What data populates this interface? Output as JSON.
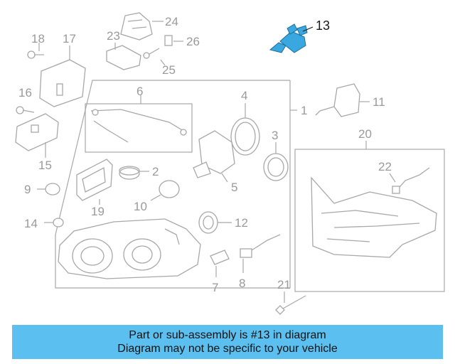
{
  "diagram": {
    "callouts": {
      "c1": "1",
      "c2": "2",
      "c3": "3",
      "c4": "4",
      "c5": "5",
      "c6": "6",
      "c7": "7",
      "c8": "8",
      "c9": "9",
      "c10": "10",
      "c11": "11",
      "c12": "12",
      "c13": "13",
      "c14": "14",
      "c15": "15",
      "c16": "16",
      "c17": "17",
      "c18": "18",
      "c19": "19",
      "c20": "20",
      "c21": "21",
      "c22": "22",
      "c23": "23",
      "c24": "24",
      "c25": "25",
      "c26": "26"
    },
    "highlight_callout": "13",
    "highlight_color": "#3aa8e0",
    "line_color": "#a8a8a8"
  },
  "banner": {
    "line1": "Part or sub-assembly is #13 in diagram",
    "line2": "Diagram may not be specific to your vehicle",
    "background": "#5bc0ef"
  }
}
